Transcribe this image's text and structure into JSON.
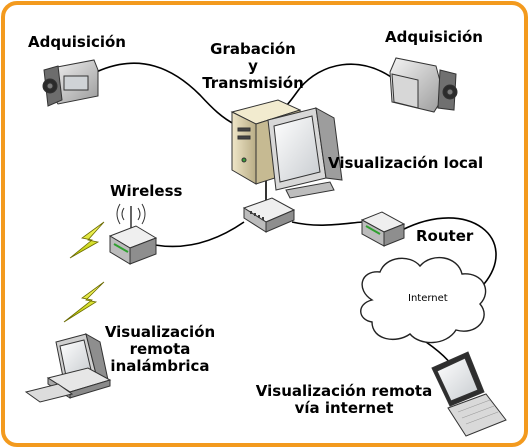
{
  "border_color": "#f39a1e",
  "labels": {
    "acq_left": "Adquisición",
    "acq_right": "Adquisición",
    "rec_line1": "Grabación",
    "rec_line2": "y",
    "rec_line3": "Transmisión",
    "local_view": "Visualización local",
    "wireless": "Wireless",
    "router": "Router",
    "internet": "Internet",
    "wl_view_line1": "Visualización",
    "wl_view_line2": "remota",
    "wl_view_line3": "inalámbrica",
    "remote_view_line1": "Visualización remota",
    "remote_view_line2": "vía internet"
  },
  "icons": {
    "left_camera": "video-camera-icon",
    "right_camera": "video-camera-icon",
    "server": "server-tower-icon",
    "monitor": "crt-monitor-icon",
    "access_point": "wireless-access-point-icon",
    "switch": "network-switch-icon",
    "router": "router-icon",
    "cloud": "internet-cloud-icon",
    "laptop": "laptop-icon",
    "desktop": "desktop-computer-icon",
    "lightning": "wireless-signal-bolt-icon"
  }
}
